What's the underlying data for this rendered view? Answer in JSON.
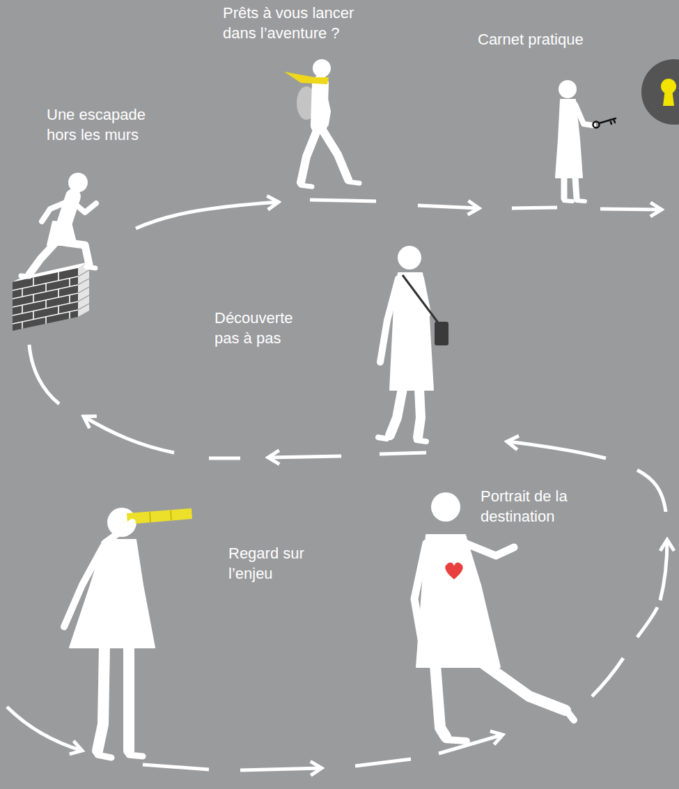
{
  "diagram": {
    "labels": [
      "Prêts à vous lancer dans l’aventure ?",
      "Carnet pratique",
      "Une escapade hors les murs",
      "Découverte pas à pas",
      "Portrait de la destination",
      "Regard sur l’enjeu"
    ]
  }
}
